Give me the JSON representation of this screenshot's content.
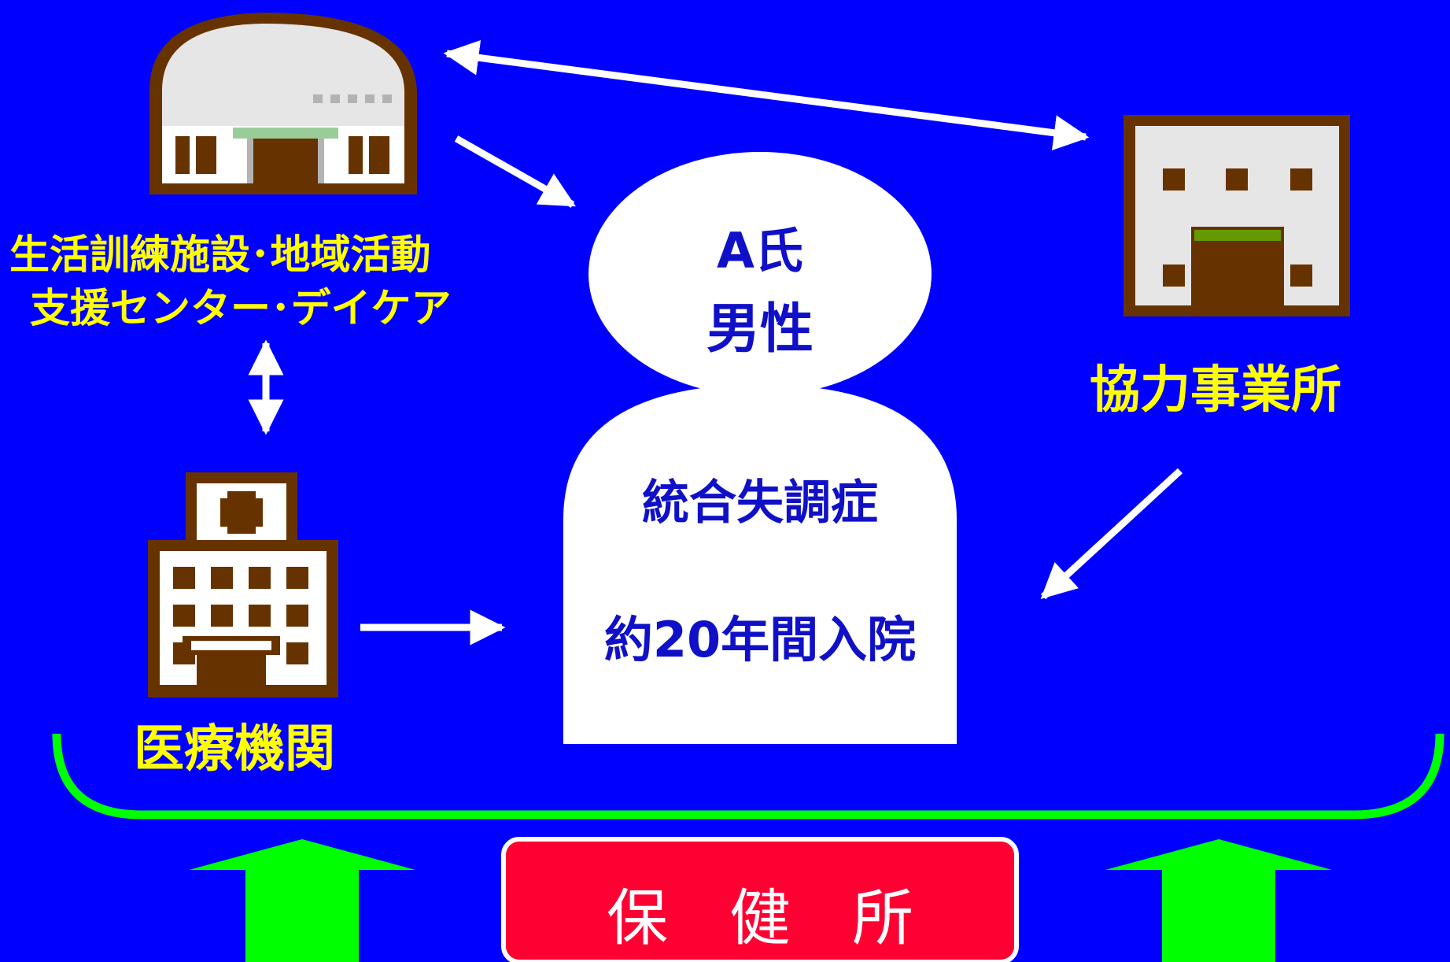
{
  "colors": {
    "background": "#0000ff",
    "label_text": "#ffff00",
    "person_fill": "#ffffff",
    "person_text": "#1010c8",
    "building_brown": "#663300",
    "building_light": "#e6e6e6",
    "door_accent": "#99cc99",
    "office_accent": "#669900",
    "support_curve": "#00ff00",
    "support_arrow": "#00ff00",
    "health_center_fill": "#ff0033",
    "arrow": "#ffffff"
  },
  "nodes": {
    "facility": {
      "icon": "dome-building-icon",
      "line1": "生活訓練施設･地域活動",
      "line2": "支援センター･デイケア"
    },
    "hospital": {
      "icon": "hospital-building-icon",
      "label": "医療機関"
    },
    "office": {
      "icon": "office-building-icon",
      "label": "協力事業所"
    },
    "person": {
      "name": "A氏",
      "gender": "男性",
      "diagnosis": "統合失調症",
      "history": "約20年間入院"
    },
    "health_center": {
      "label": "保　健　所"
    }
  },
  "connections": [
    {
      "from": "facility",
      "to": "office",
      "type": "bidirectional"
    },
    {
      "from": "facility",
      "to": "person",
      "type": "directed"
    },
    {
      "from": "facility",
      "to": "hospital",
      "type": "bidirectional"
    },
    {
      "from": "hospital",
      "to": "person",
      "type": "directed"
    },
    {
      "from": "office",
      "to": "person",
      "type": "directed"
    },
    {
      "from": "health_center",
      "to": "network",
      "type": "support",
      "count": 2
    }
  ]
}
